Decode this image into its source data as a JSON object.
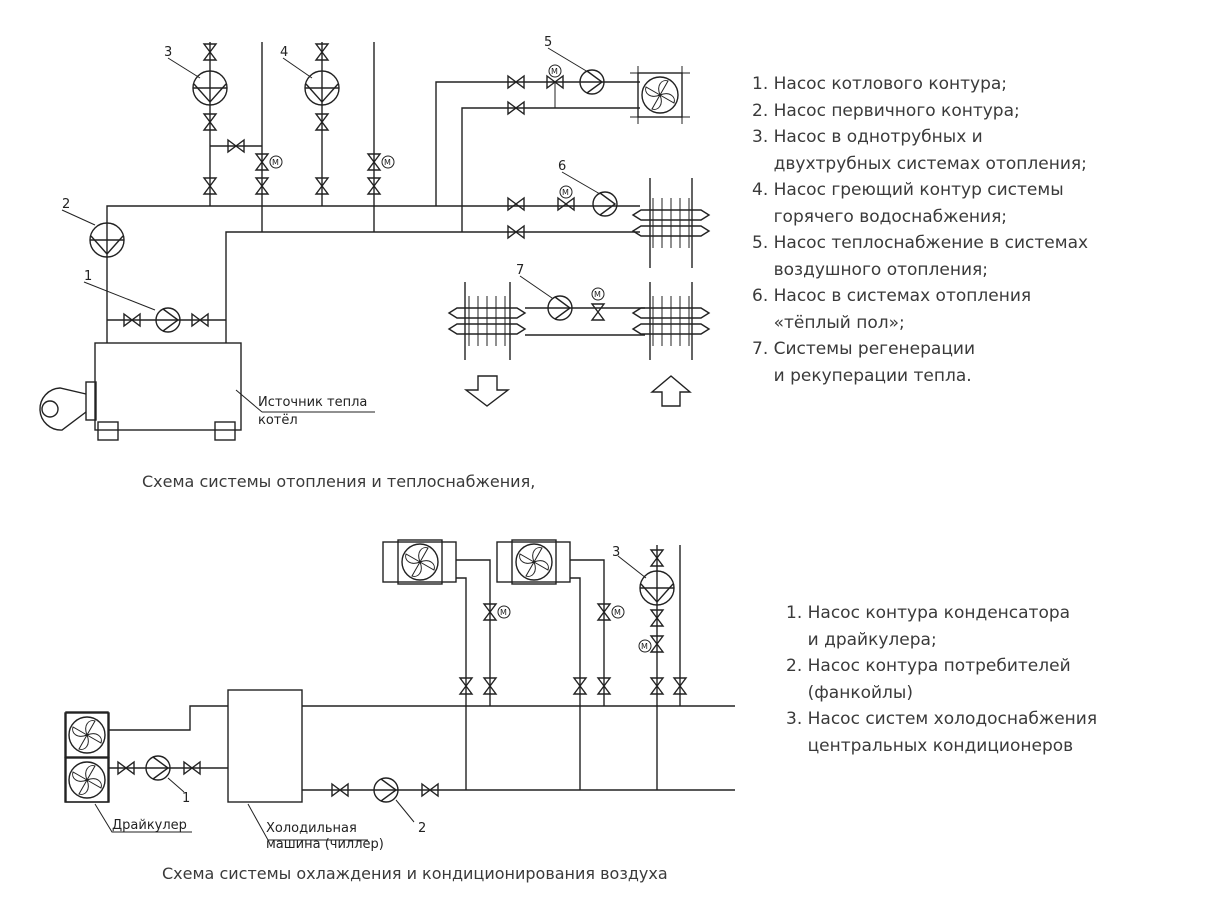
{
  "heating": {
    "caption": "Схема системы отопления и теплоснабжения,",
    "source_label_line1": "Источник тепла",
    "source_label_line2": "котёл",
    "motor_symbol": "M",
    "tags": [
      "1",
      "2",
      "3",
      "4",
      "5",
      "6",
      "7"
    ],
    "legend": [
      "1. Насос котлового контура;",
      "2. Насос первичного контура;",
      "3. Насос в однотрубных и",
      "    двухтрубных системах отопления;",
      "4. Насос греющий контур системы",
      "    горячего водоснабжения;",
      "5. Насос теплоснабжение в системах",
      "    воздушного отопления;",
      "6. Насос в системах отопления",
      "    «тёплый пол»;",
      "7. Системы регенерации",
      "    и рекуперации тепла."
    ]
  },
  "cooling": {
    "caption": "Схема системы охлаждения и кондиционирования воздуха",
    "drycooler_label": "Драйкулер",
    "chiller_label_line1": "Холодильная",
    "chiller_label_line2": "машина (чиллер)",
    "tags": [
      "1",
      "2",
      "3"
    ],
    "legend": [
      "1. Насос контура конденсатора",
      "    и драйкулера;",
      "2. Насос контура потребителей",
      "    (фанкойлы)",
      "3. Насос систем холодоснабжения",
      "    центральных кондиционеров"
    ]
  },
  "colors": {
    "line": "#222222",
    "text": "#3a3a3a"
  }
}
